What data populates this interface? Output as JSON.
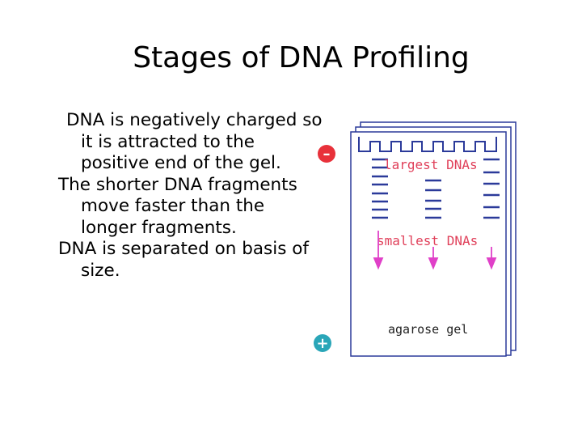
{
  "slide": {
    "title": "Stages of DNA Profiling",
    "bullets": [
      "DNA is negatively charged so it is attracted to the positive end of the gel.",
      "The shorter DNA fragments move faster than the longer fragments.",
      "DNA is separated on basis of size."
    ]
  },
  "gel_diagram": {
    "negative_symbol": "–",
    "positive_symbol": "+",
    "label_largest": "largest DNAs",
    "label_smallest": "smallest DNAs",
    "label_gel": "agarose gel",
    "colors": {
      "negative_electrode": "#e8313a",
      "positive_electrode": "#2aa6b8",
      "band": "#2b3a9a",
      "arrow": "#e040c8",
      "annotation_text": "#e0405a",
      "gel_outline": "#2b3a9a"
    }
  }
}
